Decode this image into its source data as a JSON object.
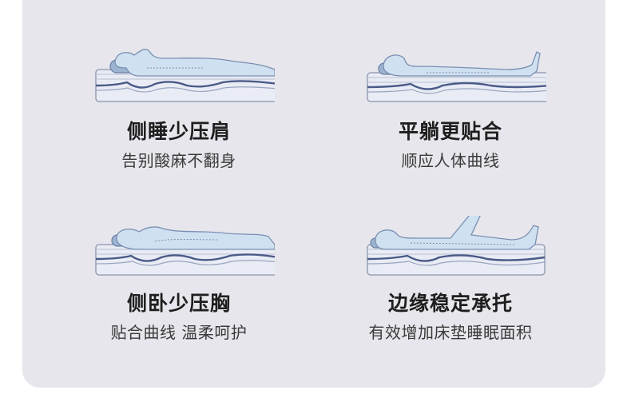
{
  "features": [
    {
      "title": "侧睡少压肩",
      "subtitle": "告别酸麻不翻身",
      "icon": "side-sleep-shoulder-icon"
    },
    {
      "title": "平躺更贴合",
      "subtitle": "顺应人体曲线",
      "icon": "back-sleep-fit-icon"
    },
    {
      "title": "侧卧少压胸",
      "subtitle": "贴合曲线 温柔呵护",
      "icon": "side-lying-chest-icon"
    },
    {
      "title": "边缘稳定承托",
      "subtitle": "有效增加床垫睡眠面积",
      "icon": "edge-support-icon"
    }
  ],
  "colors": {
    "panel": "#e6e6ec",
    "body_fill": "#cfe1f1",
    "body_stroke": "#7a8fb0",
    "mattress_fill": "#e9ecf4",
    "mattress_stroke": "#8a94ad",
    "foam_line": "#4a5a88"
  }
}
